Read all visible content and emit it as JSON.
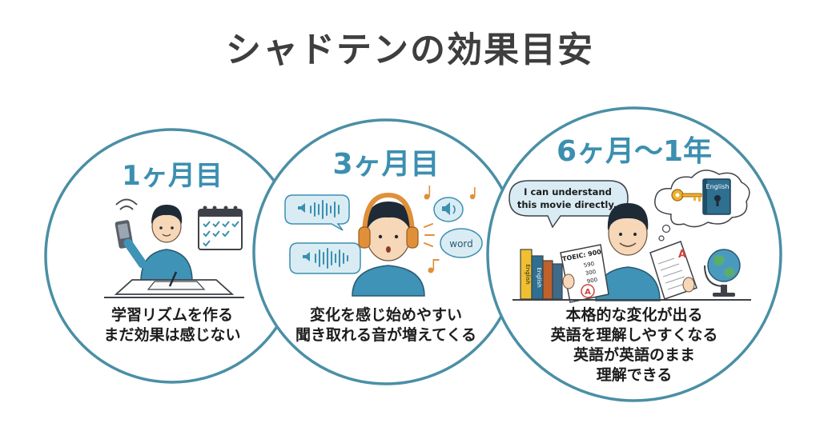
{
  "title": "シャドテンの効果目安",
  "stages": [
    {
      "heading": "1ヶ月目",
      "lines": [
        "学習リズムを作る",
        "まだ効果は感じない"
      ]
    },
    {
      "heading": "3ヶ月目",
      "lines": [
        "変化を感じ始めやすい",
        "聞き取れる音が増えてくる"
      ],
      "word_bubble": "word"
    },
    {
      "heading": "6ヶ月〜1年",
      "lines": [
        "本格的な変化が出る",
        "英語を理解しやすくなる",
        "英語が英語のまま",
        "理解できる"
      ],
      "speech_line1": "I can understand",
      "speech_line2": "this movie directly.",
      "book_title": "English",
      "spine_text_1": "English",
      "spine_text_2": "English",
      "test_title": "TOEIC: 900",
      "test_scores": [
        "590",
        "300",
        "900"
      ],
      "test_grade": "A",
      "paper_grade": "A"
    }
  ],
  "colors": {
    "accent": "#3b8fb0",
    "circle_border": "#4a8fa5",
    "skin": "#f6d7b8",
    "hair": "#1e2a36",
    "shirt": "#3e93b7",
    "headphones": "#e0903a"
  }
}
